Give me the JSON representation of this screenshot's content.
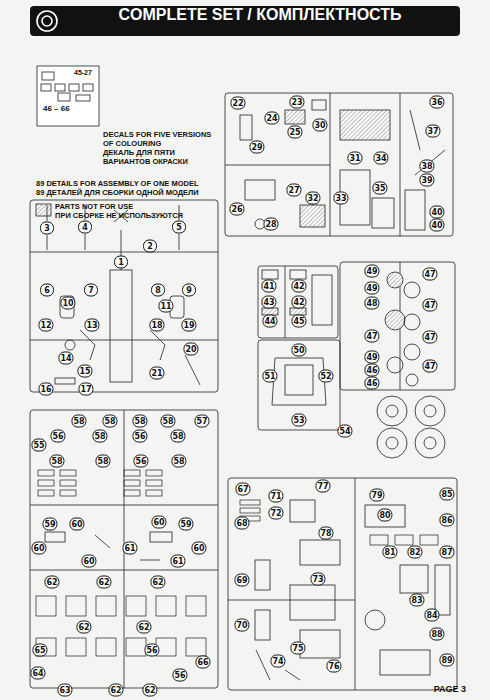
{
  "diagram": {
    "title": "COMPLETE SET / КОМПЛЕКТНОСТЬ",
    "labels": [
      "DECALS FOR FIVE VERSIONS OF COLOURING",
      "ДЕКАЛЬ ДЛЯ ПЯТИ ВАРИАНТОВ ОКРАСКИ",
      "89 DETAILS FOR ASSEMBLY OF ONE MODEL",
      "89 ДЕТАЛЕЙ ДЛЯ СБОРКИ ОДНОЙ МОДЕЛИ",
      "45-27",
      "46 – 66",
      "3",
      "4",
      "5",
      "2",
      "1",
      "6",
      "7",
      "8",
      "9",
      "10",
      "11",
      "12",
      "13",
      "18",
      "19",
      "20",
      "14",
      "15",
      "21",
      "16",
      "17",
      "22",
      "23",
      "24",
      "25",
      "29",
      "30",
      "31",
      "34",
      "27",
      "35",
      "32",
      "33",
      "26",
      "28",
      "36",
      "37",
      "38",
      "39",
      "40",
      "40",
      "41",
      "42",
      "43",
      "42",
      "44",
      "45",
      "49",
      "47",
      "49",
      "48",
      "47",
      "47",
      "47",
      "49",
      "47",
      "46",
      "46",
      "50",
      "51",
      "52",
      "53",
      "54",
      "58",
      "58",
      "58",
      "58",
      "57",
      "56",
      "58",
      "56",
      "58",
      "55",
      "58",
      "58",
      "56",
      "58",
      "59",
      "60",
      "60",
      "59",
      "60",
      "61",
      "60",
      "60",
      "61",
      "62",
      "62",
      "62",
      "62",
      "62",
      "65",
      "56",
      "64",
      "56",
      "66",
      "63",
      "62",
      "62",
      "67",
      "71",
      "72",
      "77",
      "79",
      "85",
      "80",
      "86",
      "68",
      "78",
      "81",
      "82",
      "87",
      "73",
      "69",
      "83",
      "84",
      "70",
      "88",
      "75",
      "89",
      "74",
      "76",
      "PAGE 3"
    ],
    "legend": [
      {
        "text": "PARTS NOT FOR USE"
      },
      {
        "text": "ПРИ СБОРКЕ НЕ ИСПОЛЬЗУЮТСЯ"
      }
    ]
  }
}
